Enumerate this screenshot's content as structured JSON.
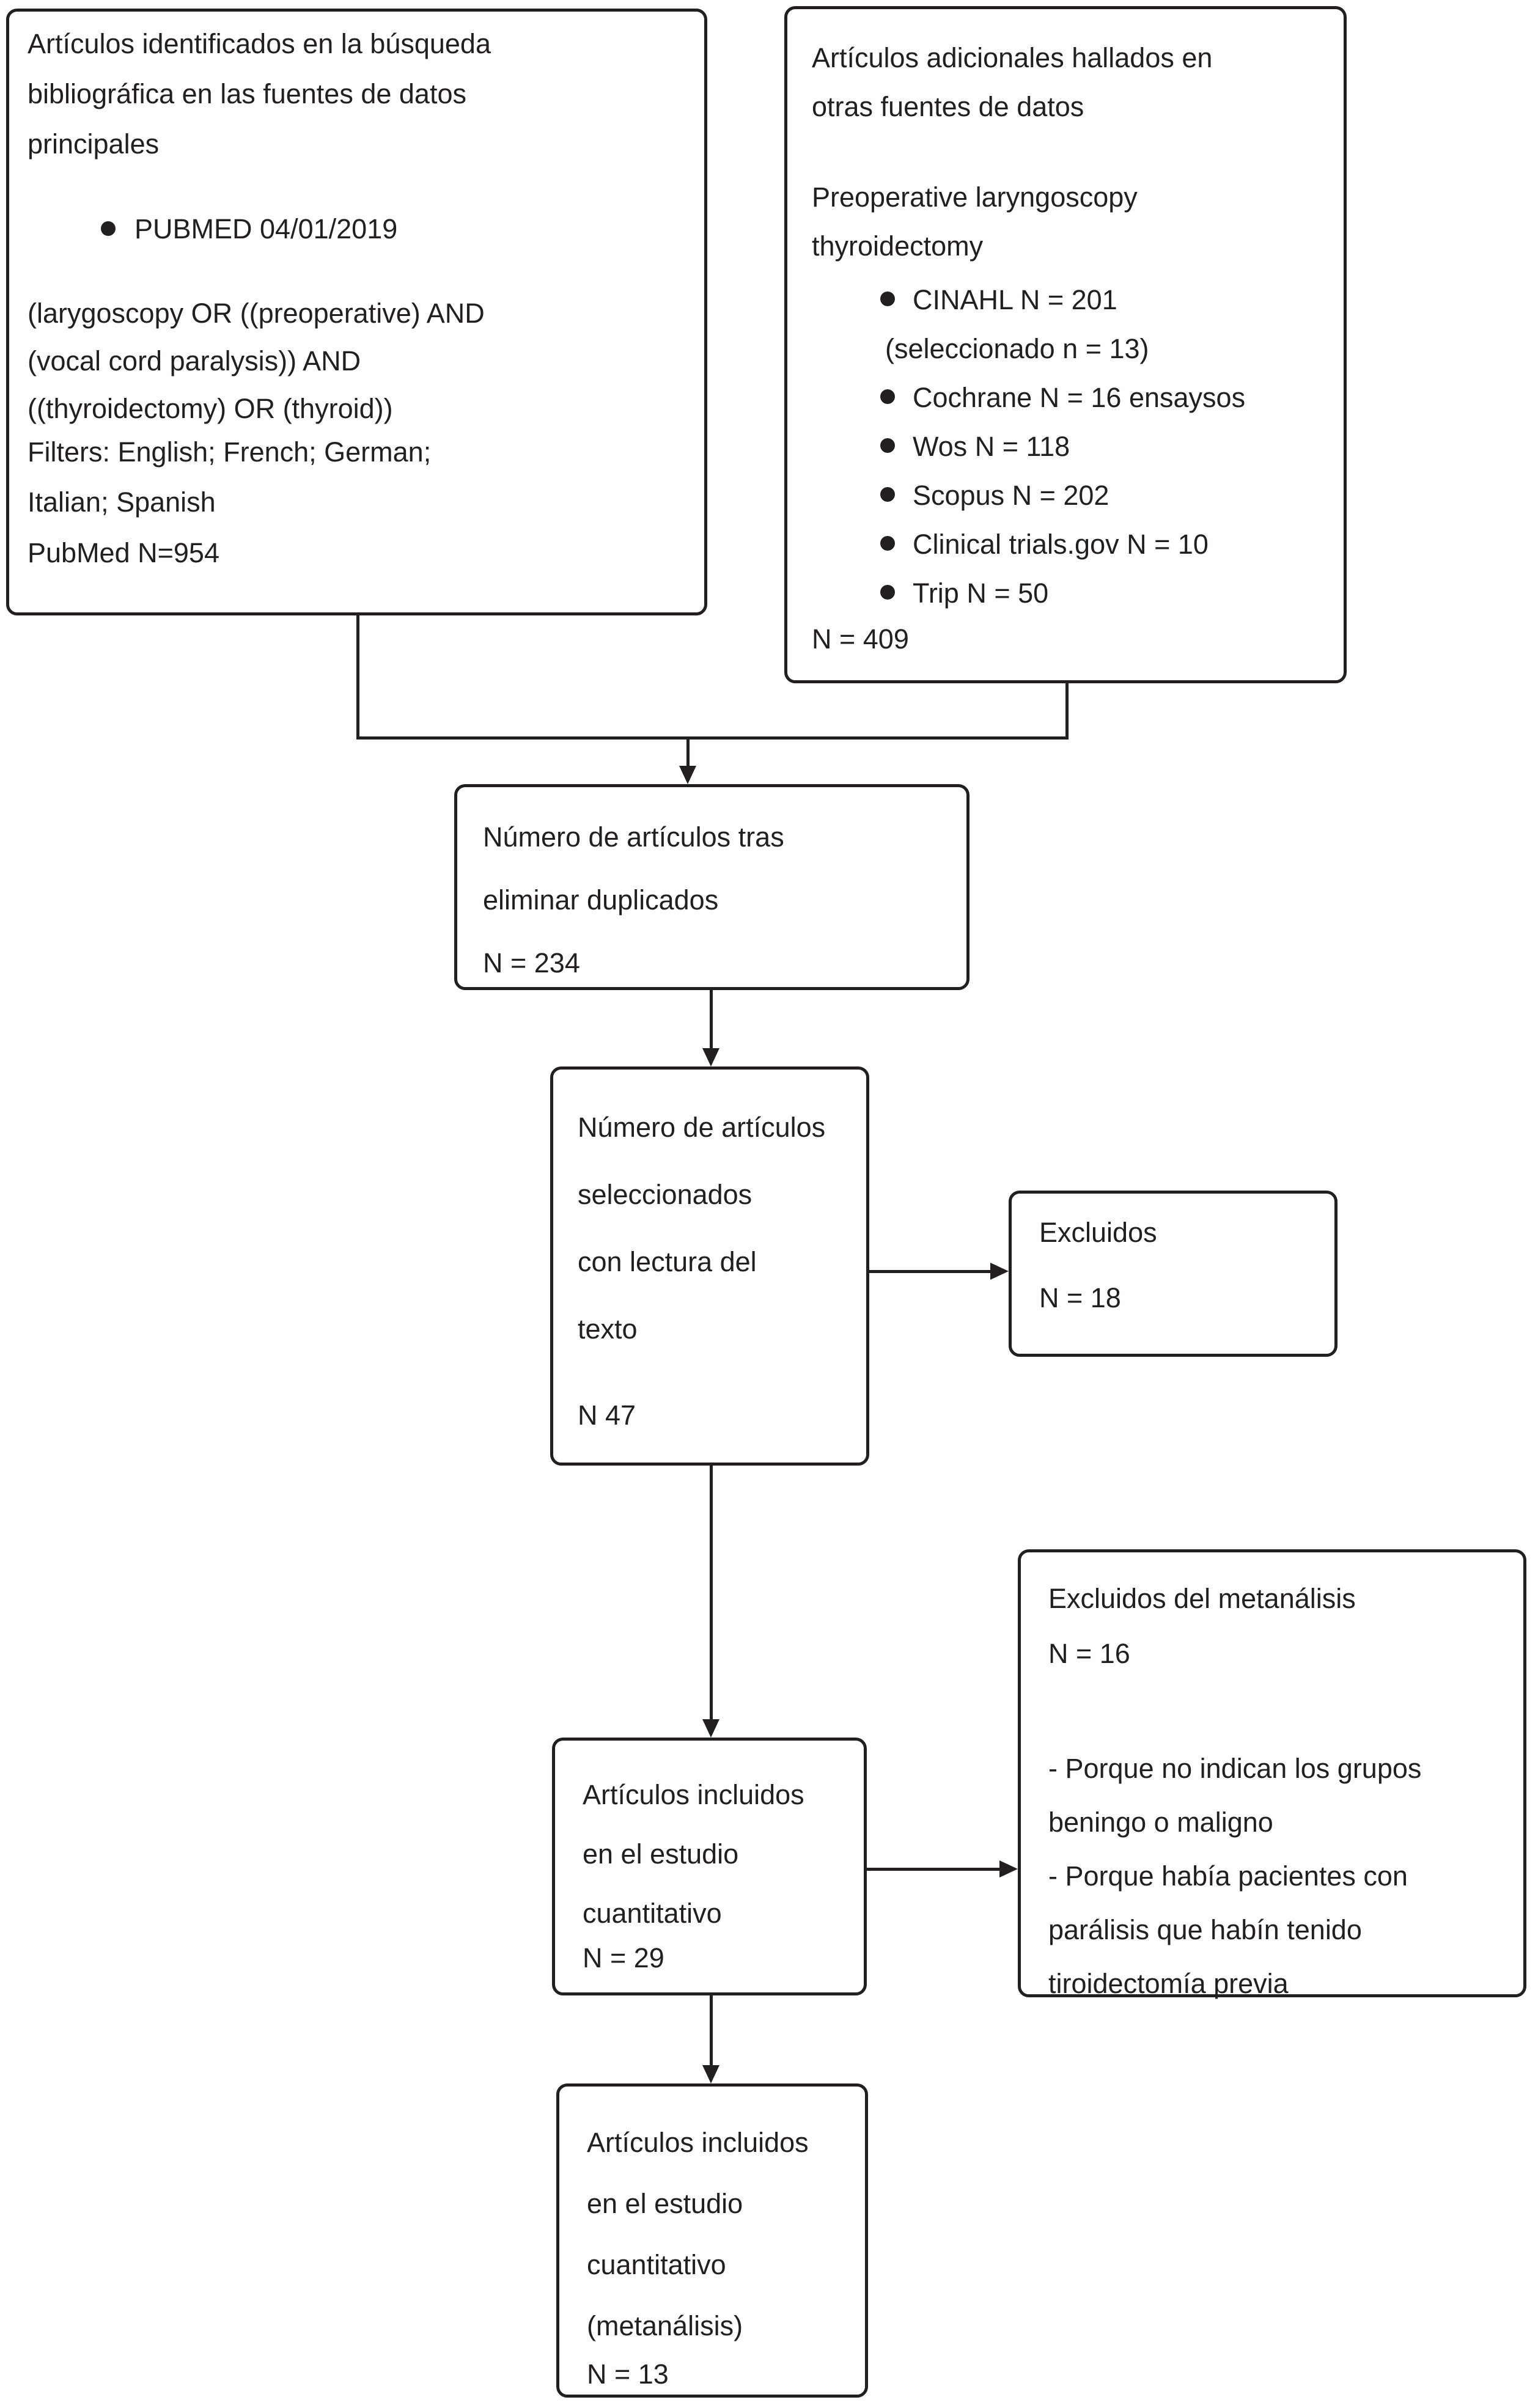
{
  "colors": {
    "ink": "#231f20",
    "background": "#ffffff"
  },
  "diagram": {
    "type": "flowchart",
    "language": "Spanish",
    "boxes": {
      "identified": {
        "title_lines": [
          "Artículos identificados en la búsqueda",
          "bibliográfica en las fuentes de datos",
          "principales"
        ],
        "bullet_item": "PUBMED 04/01/2019",
        "query_lines": [
          "(larygoscopy OR ((preoperative) AND",
          "(vocal cord paralysis)) AND",
          "((thyroidectomy) OR (thyroid))"
        ],
        "filters_lines": [
          "Filters: English; French; German;",
          "Italian; Spanish"
        ],
        "total": "PubMed N=954"
      },
      "additional": {
        "title_lines": [
          "Artículos adicionales hallados en",
          "otras fuentes de datos"
        ],
        "subtitle_lines": [
          "Preoperative laryngoscopy",
          "thyroidectomy"
        ],
        "sources": [
          {
            "text": "CINAHL N = 201",
            "has_bullet": true
          },
          {
            "text": "(seleccionado n = 13)",
            "has_bullet": false
          },
          {
            "text": "Cochrane N = 16 ensaysos",
            "has_bullet": true
          },
          {
            "text": "Wos N = 118",
            "has_bullet": true
          },
          {
            "text": "Scopus N = 202",
            "has_bullet": true
          },
          {
            "text": "Clinical trials.gov N = 10",
            "has_bullet": true
          },
          {
            "text": "Trip N = 50",
            "has_bullet": true
          }
        ],
        "total": "N = 409"
      },
      "deduplicated": {
        "lines": [
          "Número de artículos tras",
          "eliminar duplicados",
          "N = 234"
        ]
      },
      "selected": {
        "lines": [
          "Número de artículos",
          "seleccionados",
          "con lectura del",
          "texto"
        ],
        "total": "N 47"
      },
      "excluded_reading": {
        "title": "Excluidos",
        "total": "N = 18"
      },
      "included_quantitative": {
        "lines": [
          "Artículos incluidos",
          "en el estudio",
          "cuantitativo"
        ],
        "total": "N = 29"
      },
      "excluded_meta": {
        "title": "Excluidos del metanálisis",
        "total": "N = 16",
        "reason_lines": [
          "- Porque no indican los grupos",
          "beningo o maligno",
          "- Porque había pacientes con",
          "parálisis que habín tenido",
          "tiroidectomía previa"
        ]
      },
      "included_meta": {
        "lines": [
          "Artículos incluidos",
          "en el estudio",
          "cuantitativo",
          "(metanálisis)"
        ],
        "total": "N = 13"
      }
    }
  }
}
